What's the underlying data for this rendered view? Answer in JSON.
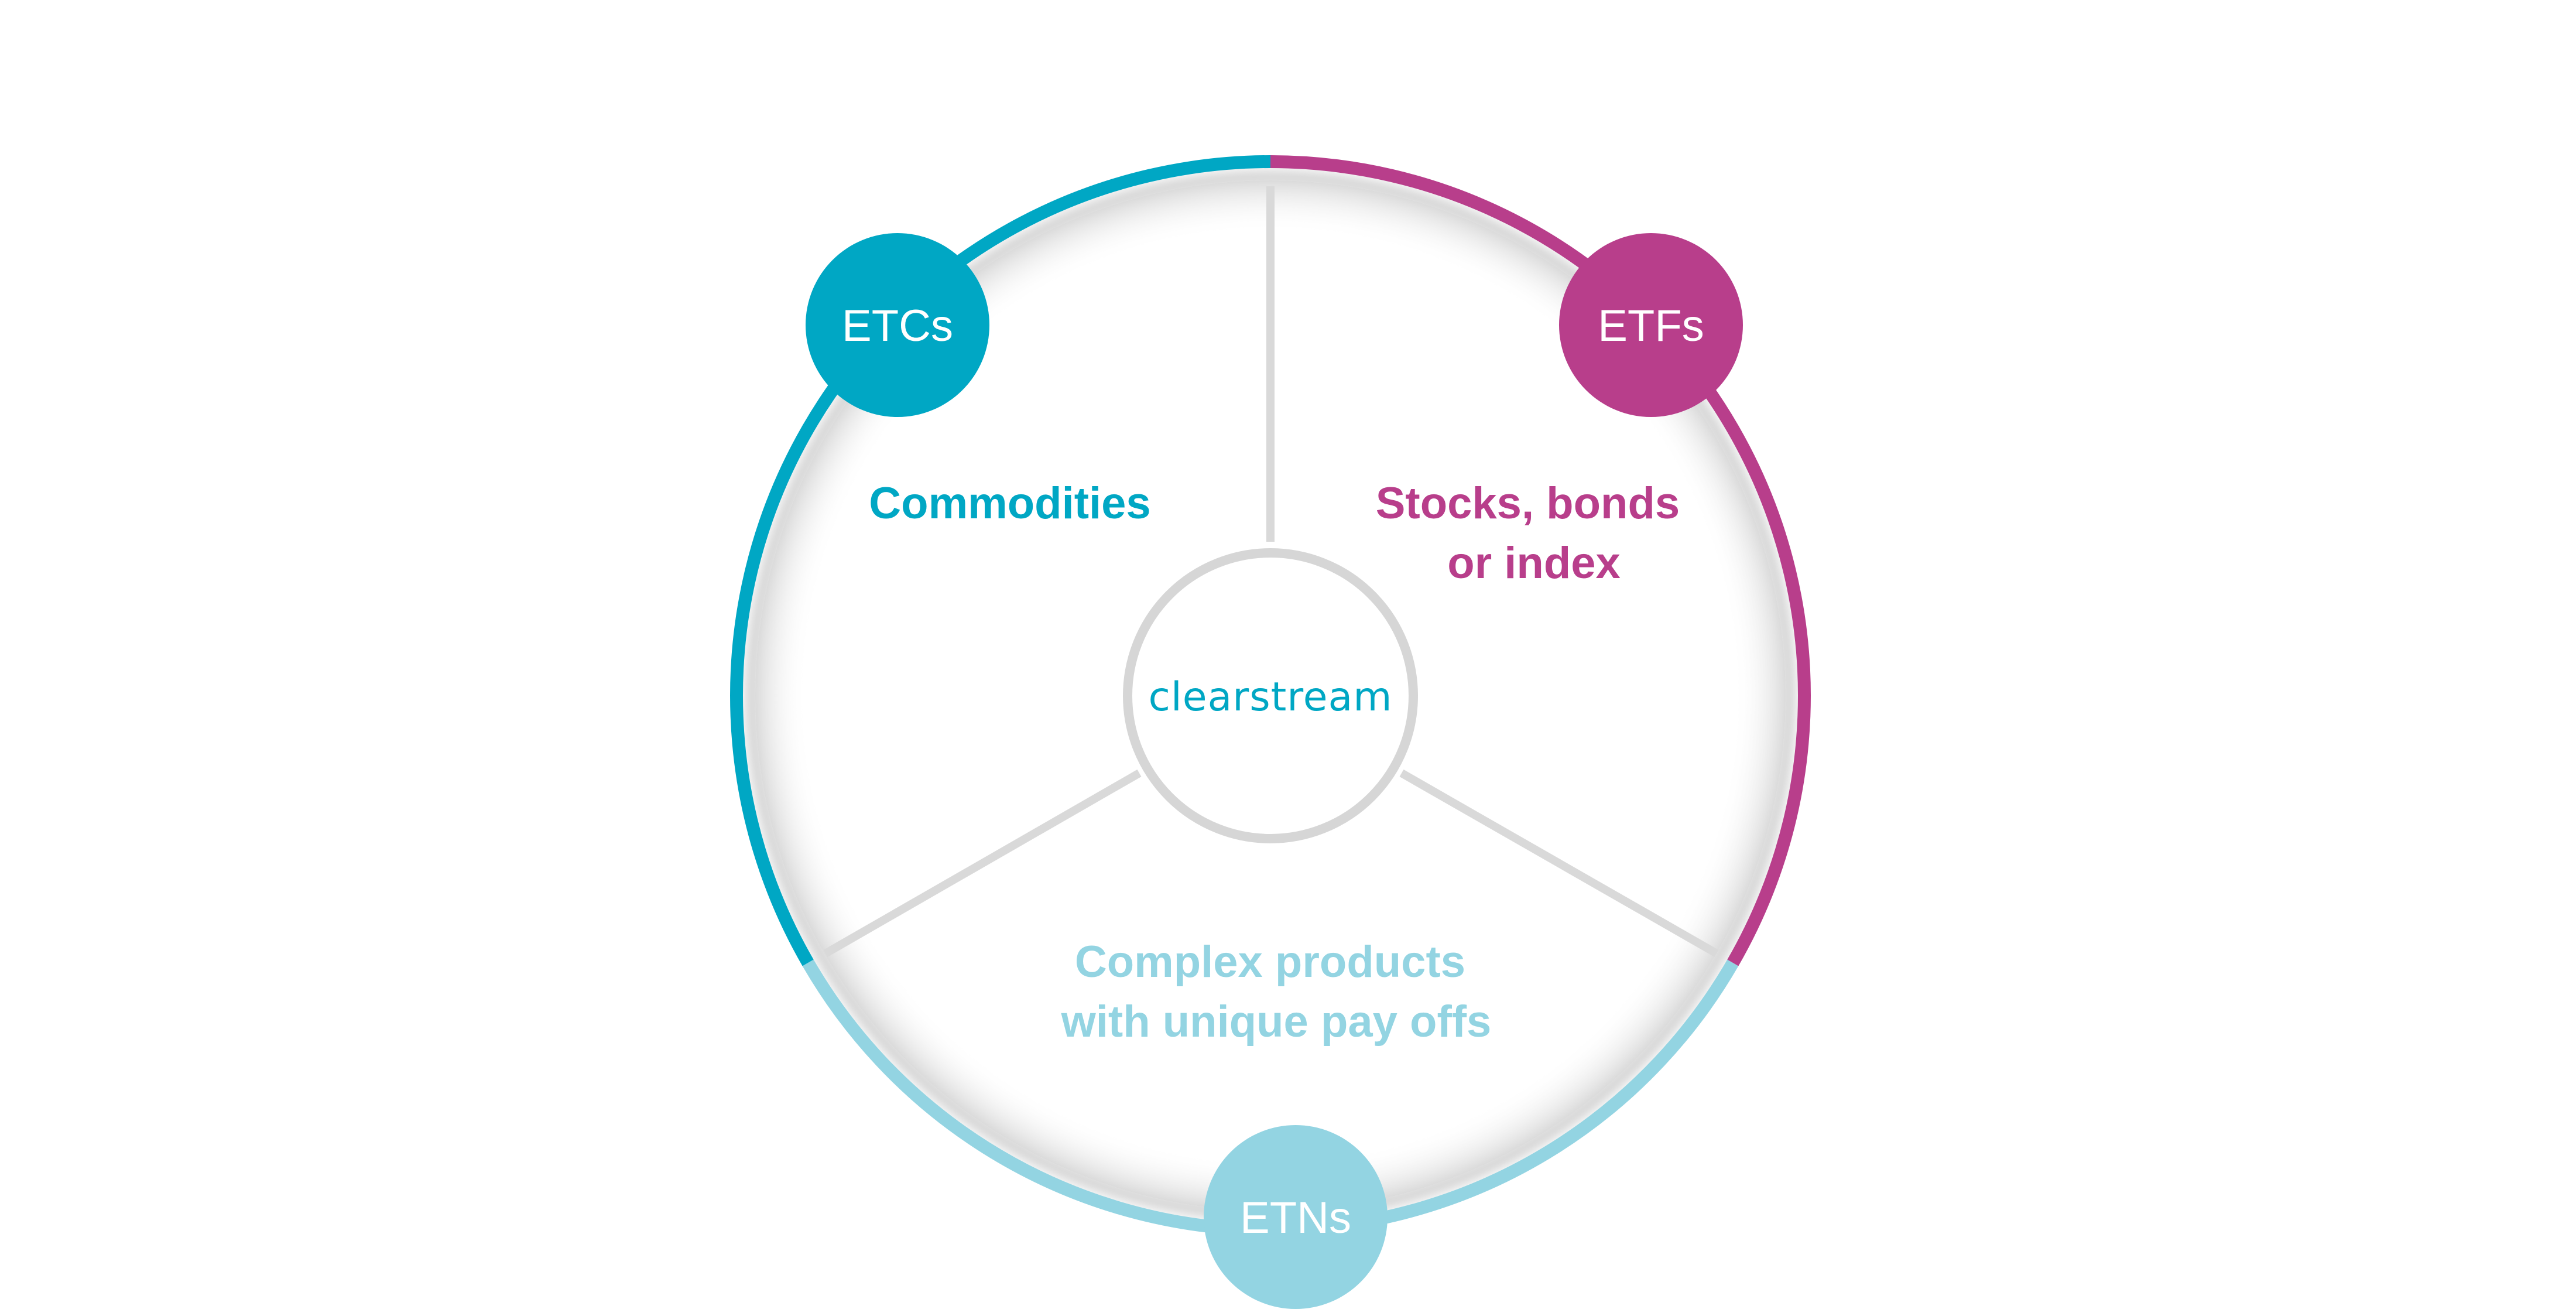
{
  "center": {
    "logo_text": "clearstream"
  },
  "segments": [
    {
      "node_label": "ETCs",
      "description_lines": [
        "Commodities"
      ],
      "color": "#00a7c4"
    },
    {
      "node_label": "ETFs",
      "description_lines": [
        "Stocks, bonds",
        "or index"
      ],
      "color": "#b83e8b"
    },
    {
      "node_label": "ETNs",
      "description_lines": [
        "Complex products",
        "with unique pay offs"
      ],
      "color": "#93d4e2"
    }
  ],
  "colors": {
    "divider": "#d9d9d9",
    "center_ring": "#d6d6d6",
    "logo": "#00a7c4"
  }
}
